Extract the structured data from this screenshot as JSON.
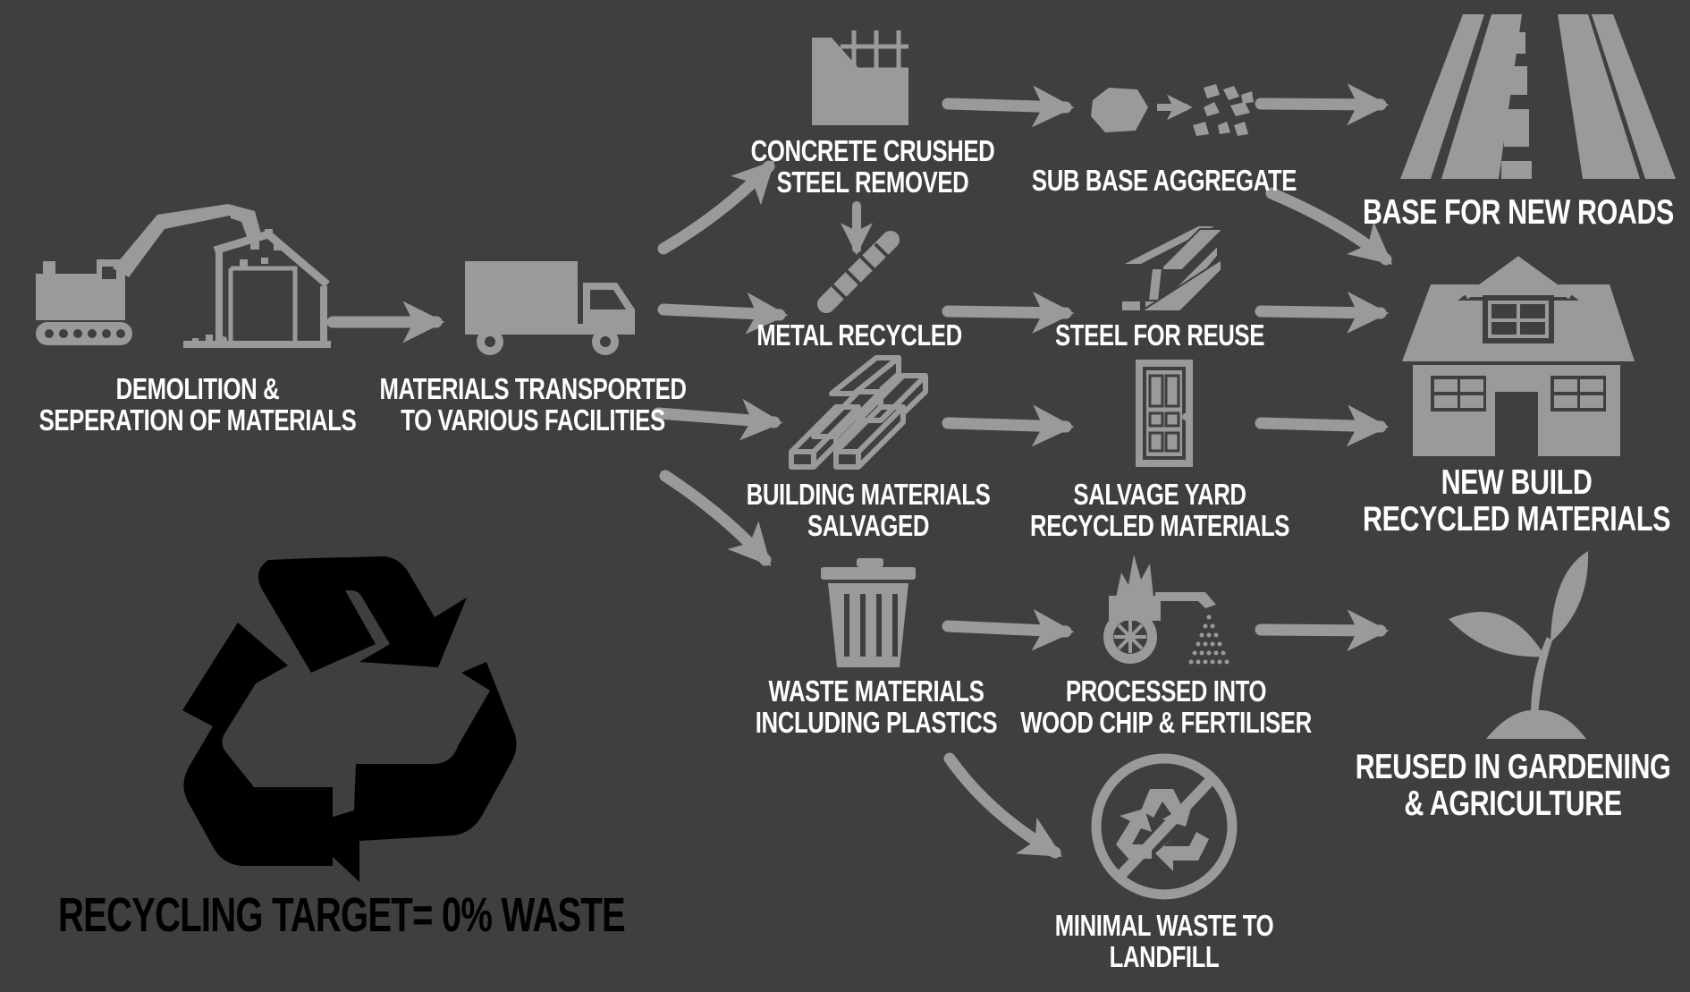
{
  "colors": {
    "background": "#3f3f3f",
    "icons": "#9a9a9a",
    "text": "#ffffff",
    "recycle_symbol": "#000000"
  },
  "nodes": {
    "demolition": {
      "line1": "DEMOLITION &",
      "line2": "SEPERATION OF MATERIALS",
      "icon": "excavator-demolishing-house-icon"
    },
    "transport": {
      "line1": "MATERIALS TRANSPORTED",
      "line2": "TO VARIOUS FACILITIES",
      "icon": "truck-icon"
    },
    "concrete": {
      "line1": "CONCRETE CRUSHED",
      "line2": "STEEL REMOVED",
      "icon": "concrete-wall-rebar-icon"
    },
    "metal": {
      "line1": "METAL RECYCLED",
      "icon": "rebar-icon"
    },
    "building_materials": {
      "line1": "BUILDING MATERIALS",
      "line2": "SALVAGED",
      "icon": "timber-beams-icon"
    },
    "waste": {
      "line1": "WASTE MATERIALS",
      "line2": "INCLUDING PLASTICS",
      "icon": "trash-can-icon"
    },
    "aggregate": {
      "line1": "SUB BASE AGGREGATE",
      "icon": "crushed-stone-icon"
    },
    "steel": {
      "line1": "STEEL FOR REUSE",
      "icon": "steel-beam-icon"
    },
    "salvage": {
      "line1": "SALVAGE YARD",
      "line2": "RECYCLED MATERIALS",
      "icon": "door-icon"
    },
    "processed": {
      "line1": "PROCESSED INTO",
      "line2": "WOOD CHIP & FERTILISER",
      "icon": "wood-chipper-icon"
    },
    "landfill": {
      "line1": "MINIMAL WASTE TO",
      "line2": "LANDFILL",
      "icon": "no-recycling-icon"
    },
    "roads": {
      "line1": "BASE FOR NEW ROADS",
      "icon": "road-icon"
    },
    "new_build": {
      "line1": "NEW BUILD",
      "line2": "RECYCLED MATERIALS",
      "icon": "house-icon"
    },
    "garden": {
      "line1": "REUSED IN GARDENING",
      "line2": "& AGRICULTURE",
      "icon": "sprout-icon"
    }
  },
  "recycle": {
    "caption": "RECYCLING TARGET= 0% WASTE",
    "icon": "recycle-symbol-icon"
  }
}
